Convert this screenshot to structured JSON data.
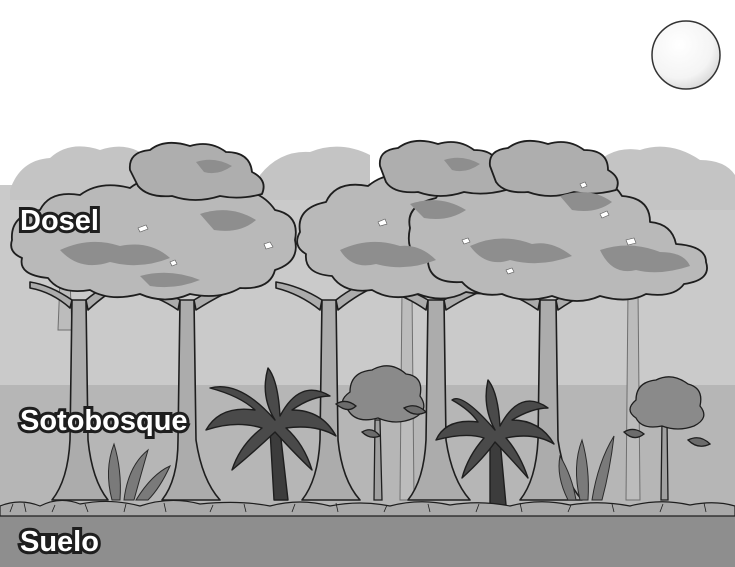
{
  "labels": {
    "canopy": "Dosel",
    "understory": "Sotobosque",
    "floor": "Suelo"
  },
  "colors": {
    "sky": "#ffffff",
    "canopy_band": "#c8c8c8",
    "understory_band": "#b4b4b4",
    "floor_band": "#8c8c8c",
    "foliage_dark": "#9a9a9a",
    "foliage_light": "#bdbdbd",
    "trunk": "#a8a8a8",
    "outline": "#1e1e1e"
  }
}
